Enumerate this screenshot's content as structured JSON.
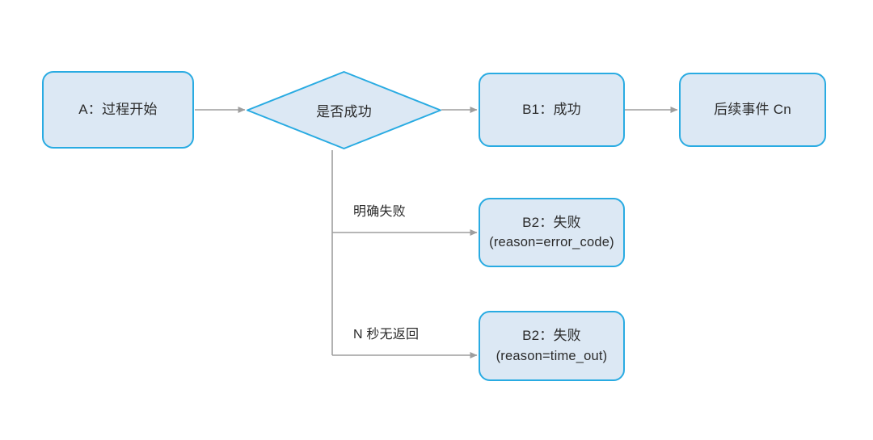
{
  "diagram": {
    "type": "flowchart",
    "direction": "left-to-right",
    "background_color": "#ffffff",
    "node_fill_color": "#dce8f4",
    "node_border_color": "#29abe2",
    "edge_color": "#9e9e9e",
    "text_color": "#2b2b2b"
  },
  "nodes": {
    "start": {
      "id": "A",
      "label": "A：过程开始",
      "shape": "rounded-rect"
    },
    "decision": {
      "id": "D",
      "label": "是否成功",
      "shape": "diamond"
    },
    "success": {
      "id": "B1",
      "label": "B1：成功",
      "shape": "rounded-rect"
    },
    "followup": {
      "id": "Cn",
      "label": "后续事件 Cn",
      "shape": "rounded-rect"
    },
    "fail_error": {
      "id": "B2a",
      "label": "B2：失败",
      "detail": "(reason=error_code)",
      "shape": "rounded-rect"
    },
    "fail_timeout": {
      "id": "B2b",
      "label": "B2：失败",
      "detail": "(reason=time_out)",
      "shape": "rounded-rect"
    }
  },
  "edges": {
    "start_to_decision": {
      "label": ""
    },
    "decision_to_success": {
      "label": ""
    },
    "success_to_followup": {
      "label": ""
    },
    "decision_to_fail_error": {
      "label": "明确失败"
    },
    "decision_to_fail_timeout": {
      "label": "N 秒无返回"
    }
  }
}
